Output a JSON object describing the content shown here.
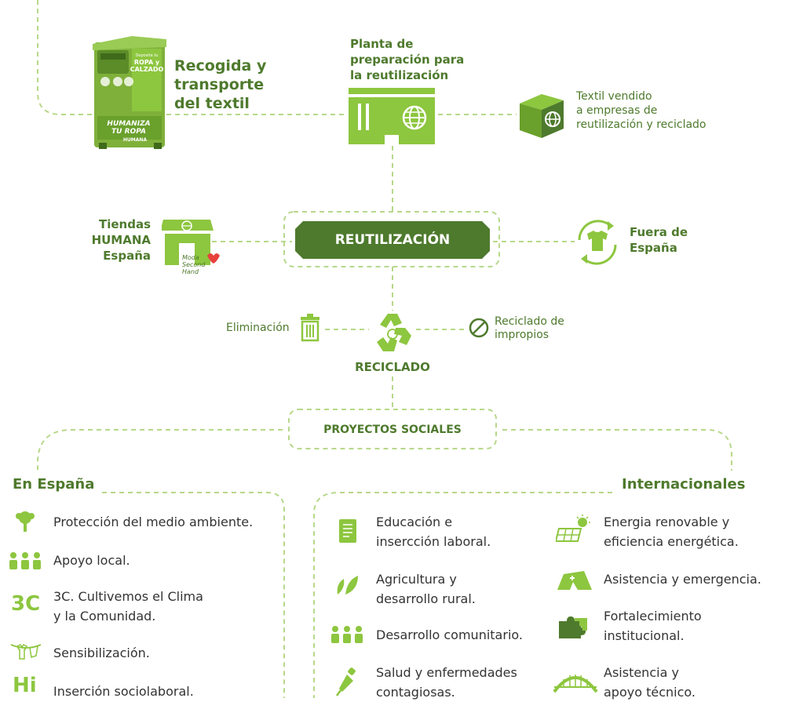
{
  "colors": {
    "light_green": "#8dc63f",
    "dark_green": "#4e7a2d",
    "text": "#333333",
    "dash": "#b7d88a"
  },
  "top": {
    "collection": {
      "label": "Recogida y\ntransporte\ndel textil",
      "container_text": {
        "small": "Deposita tu",
        "title_1": "ROPA y",
        "title_2": "CALZADO",
        "slogan_1": "HUMANIZA",
        "slogan_2": "TU ROPA",
        "brand": "HUMANA"
      }
    },
    "plant": {
      "label": "Planta de\npreparación para\nla reutilización"
    },
    "sold": {
      "label": "Textil vendido\na empresas de\nreutilización y reciclado"
    }
  },
  "middle": {
    "reuse": {
      "label": "REUTILIZACIÓN"
    },
    "shops": {
      "label": "Tiendas\nHUMANA\nEspaña",
      "badge": "Moda Second Hand"
    },
    "abroad": {
      "label": "Fuera de\nEspaña"
    }
  },
  "recycle": {
    "label": "RECICLADO",
    "elimination": "Eliminación",
    "improper": "Reciclado de\nimpropios"
  },
  "projects": {
    "label": "PROYECTOS SOCIALES",
    "spain": {
      "title": "En España",
      "items": [
        {
          "icon": "tree-icon",
          "text": "Protección del medio ambiente."
        },
        {
          "icon": "people-icon",
          "text": "Apoyo local."
        },
        {
          "icon": "3c-icon",
          "icon_text": "3C",
          "text": "3C. Cultivemos el Clima\ny la Comunidad."
        },
        {
          "icon": "clothesline-icon",
          "text": "Sensibilización."
        },
        {
          "icon": "hi-icon",
          "icon_text": "Hi",
          "text": "Inserción sociolaboral."
        }
      ]
    },
    "international": {
      "title": "Internacionales",
      "items_left": [
        {
          "icon": "notebook-icon",
          "text": "Educación e\ninsercción laboral."
        },
        {
          "icon": "leaf-icon",
          "text": "Agricultura y\ndesarrollo rural."
        },
        {
          "icon": "people-icon",
          "text": "Desarrollo comunitario."
        },
        {
          "icon": "dropper-icon",
          "text": "Salud y enfermedades\ncontagiosas."
        }
      ],
      "items_right": [
        {
          "icon": "solar-icon",
          "text": "Energia renovable y\neficiencia energética."
        },
        {
          "icon": "tent-icon",
          "text": "Asistencia y emergencia."
        },
        {
          "icon": "puzzle-icon",
          "text": "Fortalecimiento\ninstitucional."
        },
        {
          "icon": "bridge-icon",
          "text": "Asistencia y\napoyo técnico."
        }
      ]
    }
  }
}
